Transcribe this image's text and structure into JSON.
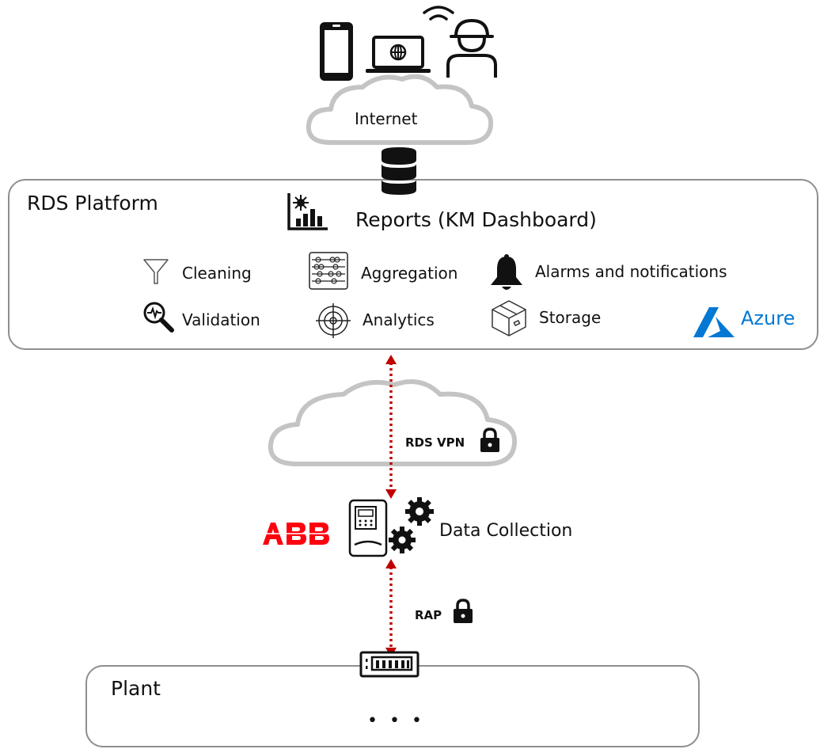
{
  "internet": {
    "label": "Internet"
  },
  "platform": {
    "title": "RDS Platform",
    "reports": "Reports (KM Dashboard)",
    "features": [
      {
        "label": "Cleaning",
        "icon": "filter-icon"
      },
      {
        "label": "Aggregation",
        "icon": "abacus-icon"
      },
      {
        "label": "Alarms and notifications",
        "icon": "bell-icon"
      },
      {
        "label": "Validation",
        "icon": "magnifier-pulse-icon"
      },
      {
        "label": "Analytics",
        "icon": "target-icon"
      },
      {
        "label": "Storage",
        "icon": "box-icon"
      }
    ],
    "cloud_provider": "Azure",
    "cloud_provider_color": "#0078d4"
  },
  "vpn": {
    "label": "RDS VPN"
  },
  "collection": {
    "brand": "ABB",
    "brand_color": "#ff000f",
    "label": "Data Collection"
  },
  "rap": {
    "label": "RAP"
  },
  "plant": {
    "title": "Plant",
    "more": "• • •"
  },
  "connector_color": "#c00000"
}
